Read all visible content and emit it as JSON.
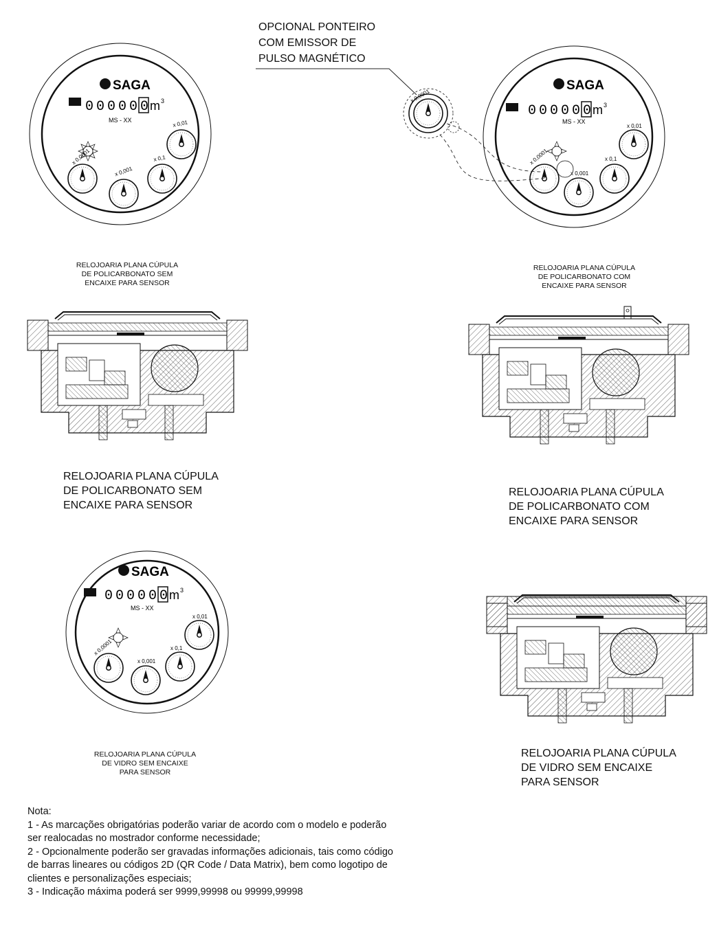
{
  "callout": {
    "lines": [
      "OPCIONAL PONTEIRO",
      "COM EMISSOR DE",
      "PULSO MAGNÉTICO"
    ]
  },
  "dial": {
    "brand": "SAGA",
    "counter_digits": [
      "0",
      "0",
      "0",
      "0",
      "0",
      "0"
    ],
    "unit": "m",
    "unit_exp": "3",
    "model": "MS - XX",
    "dial_labels": [
      "x 0,0001",
      "x 0,001",
      "x 0,01",
      "x 0,1"
    ]
  },
  "captions": {
    "top_left_small": [
      "RELOJOARIA PLANA CÚPULA",
      "DE POLICARBONATO SEM",
      "ENCAIXE PARA SENSOR"
    ],
    "top_right_small": [
      "RELOJOARIA PLANA CÚPULA",
      "DE POLICARBONATO COM",
      "ENCAIXE PARA SENSOR"
    ],
    "mid_left_large": [
      "RELOJOARIA PLANA CÚPULA",
      "DE POLICARBONATO SEM",
      "ENCAIXE PARA SENSOR"
    ],
    "mid_right_large": [
      "RELOJOARIA PLANA CÚPULA",
      "DE POLICARBONATO COM",
      "ENCAIXE PARA SENSOR"
    ],
    "bottom_left_small": [
      "RELOJOARIA PLANA CÚPULA",
      "DE VIDRO SEM ENCAIXE",
      "PARA SENSOR"
    ],
    "bottom_right_large": [
      "RELOJOARIA PLANA CÚPULA",
      "DE VIDRO SEM ENCAIXE",
      "PARA SENSOR"
    ]
  },
  "note": {
    "title": "Nota:",
    "items": [
      "1 - As marcações obrigatórias poderão variar de acordo com o modelo e poderão ser realocadas no mostrador conforme necessidade;",
      "2 - Opcionalmente poderão ser gravadas informações adicionais, tais como código de barras lineares ou códigos 2D (QR Code / Data Matrix), bem como logotipo de clientes e personalizações especiais;",
      "3 - Indicação máxima poderá ser 9999,99998 ou 99999,99998"
    ]
  }
}
